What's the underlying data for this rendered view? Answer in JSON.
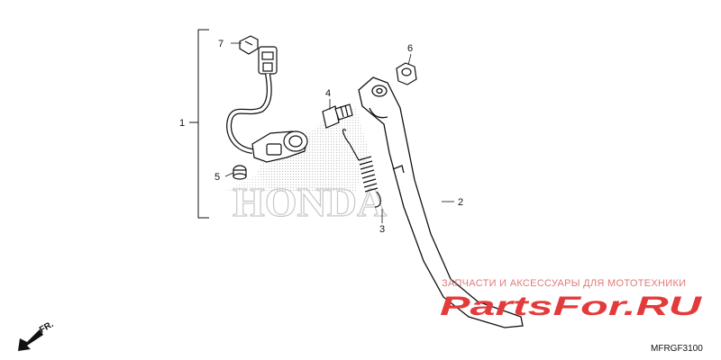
{
  "callouts": {
    "c1": "1",
    "c2": "2",
    "c3": "3",
    "c4": "4",
    "c5": "5",
    "c6": "6",
    "c7": "7"
  },
  "direction": {
    "label": "FR.",
    "icon": "arrow-icon"
  },
  "watermark": {
    "tagline": "ЗАПЧАСТИ И АКСЕССУАРЫ ДЛЯ МОТОТЕХНИКИ",
    "site": "PartsFor.RU",
    "color": "#e33b3b"
  },
  "honda_mark": "HONDA",
  "diagram_code": "MFRGF3100"
}
